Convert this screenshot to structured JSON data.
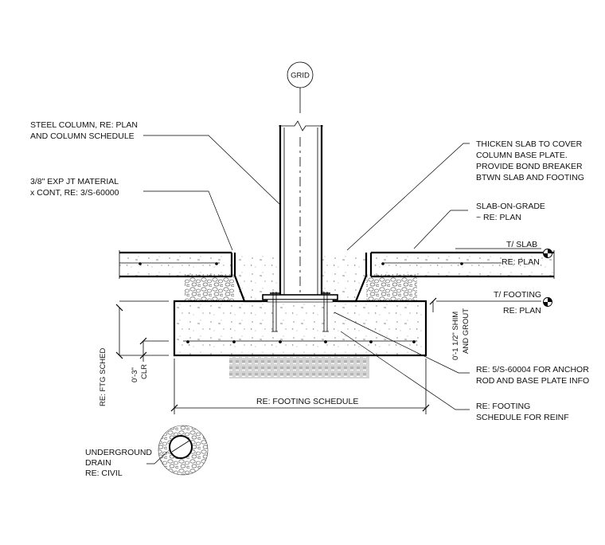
{
  "grid_bubble": {
    "text": "GRID"
  },
  "callouts": {
    "steel_column": [
      "STEEL COLUMN, RE: PLAN",
      "AND COLUMN SCHEDULE"
    ],
    "exp_jt": [
      "3/8\" EXP JT MATERIAL",
      "x CONT, RE:  3/S-60000"
    ],
    "thicken_slab": [
      "THICKEN SLAB TO COVER",
      "COLUMN BASE PLATE.",
      "PROVIDE BOND BREAKER",
      "BTWN SLAB AND FOOTING"
    ],
    "slab_on_grade": [
      "SLAB-ON-GRADE",
      "~ RE: PLAN"
    ],
    "t_slab": [
      "T/ SLAB",
      "RE: PLAN"
    ],
    "t_footing": [
      "T/ FOOTING",
      "RE: PLAN"
    ],
    "shim": [
      "0'-1 1/2\" SHIM",
      "AND GROUT"
    ],
    "anchor": [
      "RE: 5/S-60004 FOR ANCHOR",
      "ROD AND BASE PLATE INFO"
    ],
    "footing_reinf": [
      "RE: FOOTING",
      "SCHEDULE FOR REINF"
    ],
    "ftg_sched": "RE: FTG SCHED",
    "clr": [
      "0'-3\"",
      "CLR"
    ],
    "footing_schedule": "RE: FOOTING SCHEDULE",
    "drain": [
      "UNDERGROUND",
      "DRAIN",
      "RE: CIVIL"
    ]
  }
}
